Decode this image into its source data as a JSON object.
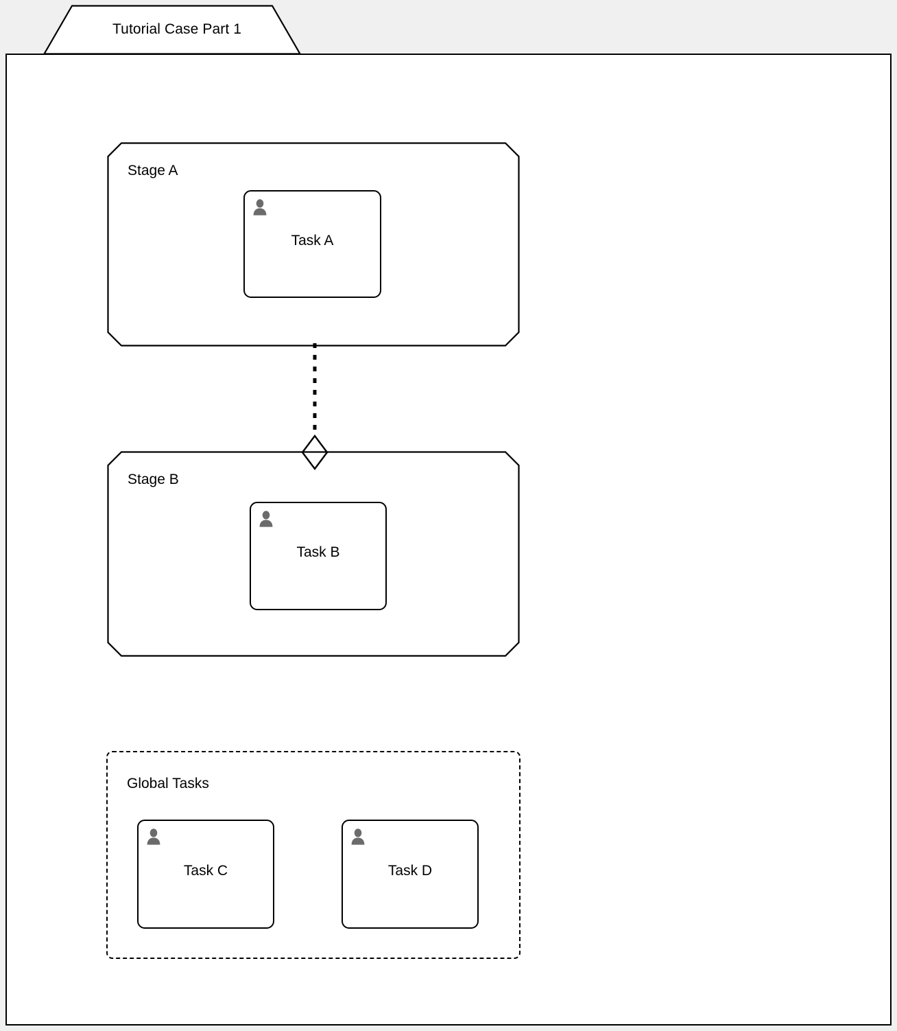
{
  "page": {
    "background_color": "#f0f0f0",
    "canvas_color": "#ffffff",
    "stroke_color": "#000000",
    "icon_color": "#6b6b6b"
  },
  "case": {
    "tab_label": "Tutorial Case Part 1"
  },
  "stages": [
    {
      "id": "stage-a",
      "label": "Stage A",
      "tasks": [
        {
          "id": "task-a",
          "label": "Task A",
          "icon": "person-icon"
        }
      ]
    },
    {
      "id": "stage-b",
      "label": "Stage B",
      "tasks": [
        {
          "id": "task-b",
          "label": "Task B",
          "icon": "person-icon"
        }
      ]
    }
  ],
  "global_group": {
    "label": "Global Tasks",
    "tasks": [
      {
        "id": "task-c",
        "label": "Task C",
        "icon": "person-icon"
      },
      {
        "id": "task-d",
        "label": "Task D",
        "icon": "person-icon"
      }
    ]
  },
  "connector": {
    "type": "dotted-sentry",
    "from": "Stage A",
    "to": "Stage B",
    "marker": "diamond"
  }
}
